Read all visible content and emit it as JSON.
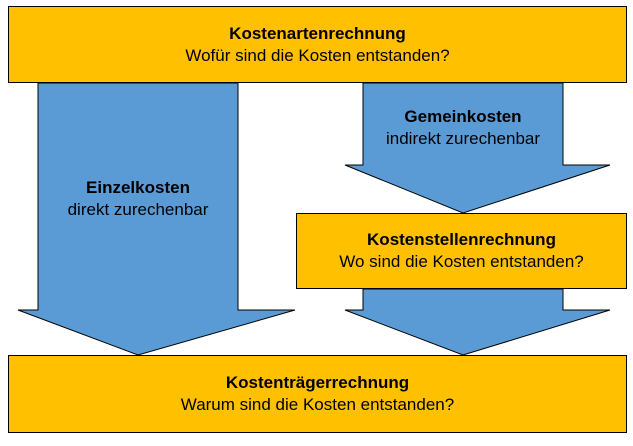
{
  "diagram": {
    "colors": {
      "box_fill": "#ffc000",
      "arrow_fill": "#5b9bd5",
      "outline": "#000000"
    },
    "top_box": {
      "title": "Kostenartenrechnung",
      "subtitle": "Wofür sind die Kosten entstanden?"
    },
    "left_arrow": {
      "title": "Einzelkosten",
      "subtitle": "direkt zurechenbar"
    },
    "right_arrow": {
      "title": "Gemeinkosten",
      "subtitle": "indirekt zurechenbar"
    },
    "middle_box": {
      "title": "Kostenstellenrechnung",
      "subtitle": "Wo sind die Kosten entstanden?"
    },
    "bottom_box": {
      "title": "Kostenträgerrechnung",
      "subtitle": "Warum sind die Kosten entstanden?"
    }
  }
}
